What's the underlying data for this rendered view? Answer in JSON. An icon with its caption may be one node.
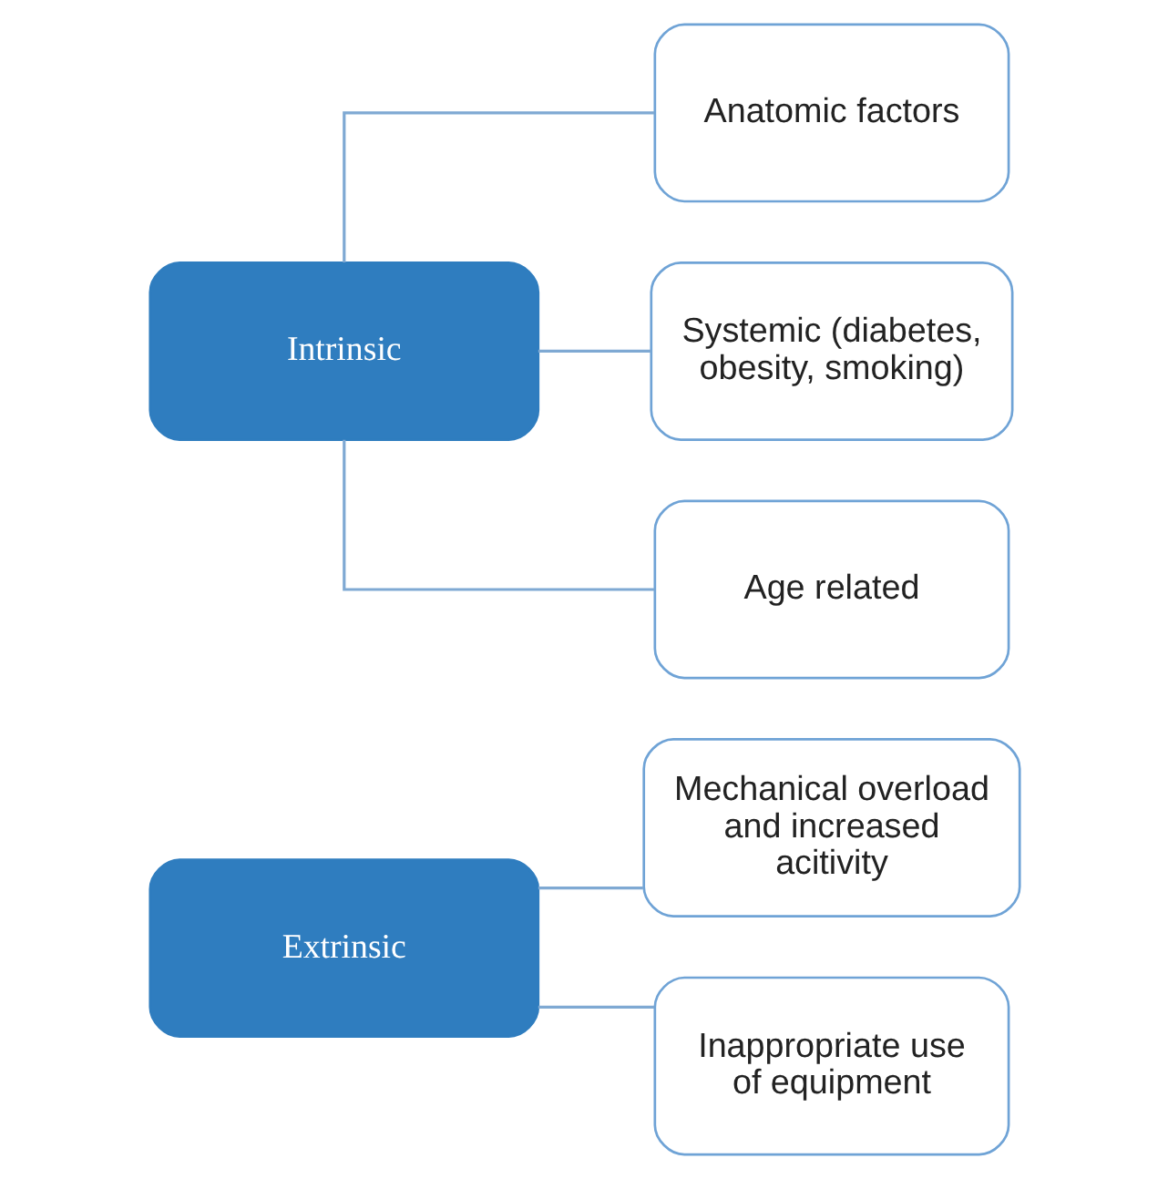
{
  "diagram": {
    "nodes": [
      {
        "text": [
          "Extrinsic"
        ]
      },
      {
        "text": [
          "Mechanical overload and increased acitivity"
        ]
      },
      {
        "text": [
          "Inappropriate use of equipment"
        ]
      },
      {
        "text": [
          "Intrinsic"
        ]
      },
      {
        "text": [
          "Anatomic factors"
        ]
      },
      {
        "text": [
          "Systemic (diabetes, obesity, smoking)"
        ]
      },
      {
        "text": [
          "Age related"
        ]
      }
    ],
    "edges": [
      {
        "from": 0,
        "to": 1,
        "arrow": "none"
      },
      {
        "from": 0,
        "to": 2,
        "arrow": "none"
      },
      {
        "from": 3,
        "to": 4,
        "arrow": "none"
      },
      {
        "from": 3,
        "to": 5,
        "arrow": "none"
      },
      {
        "from": 3,
        "to": 6,
        "arrow": "none"
      }
    ]
  }
}
